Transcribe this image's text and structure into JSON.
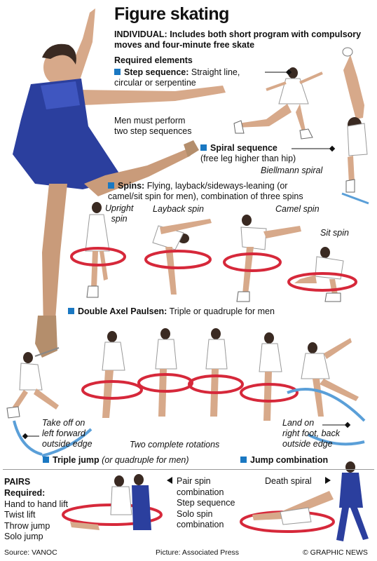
{
  "header": {
    "title": "Figure skating",
    "individual_label": "INDIVIDUAL:",
    "individual_text": "Includes both short program with compulsory moves and four-minute free skate",
    "required_elements": "Required elements"
  },
  "elements": {
    "step": {
      "label": "Step sequence:",
      "text_line1": "Straight line,",
      "text_line2": "circular or serpentine",
      "note_line1": "Men must perform",
      "note_line2": "two step sequences"
    },
    "spiral": {
      "label": "Spiral sequence",
      "text": "(free leg higher than hip)",
      "caption": "Biellmann spiral"
    },
    "spins": {
      "label": "Spins:",
      "text_line1": "Flying, layback/sideways-leaning (or",
      "text_line2": "camel/sit spin for men), combination of three spins",
      "upright_1": "Upright",
      "upright_2": "spin",
      "layback": "Layback spin",
      "camel": "Camel spin",
      "sit": "Sit spin"
    },
    "axel": {
      "label": "Double Axel Paulsen:",
      "text": "Triple or quadruple for men"
    },
    "jump": {
      "takeoff_1": "Take off on",
      "takeoff_2": "left forward",
      "takeoff_3": "outside edge",
      "rotations": "Two complete rotations",
      "land_1": "Land on",
      "land_2": "right foot, back",
      "land_3": "outside edge"
    },
    "triple": {
      "label": "Triple jump",
      "text": "(or quadruple for men)"
    },
    "combination": {
      "label": "Jump combination"
    }
  },
  "pairs": {
    "heading": "PAIRS",
    "required": "Required:",
    "items": [
      "Hand to hand lift",
      "Twist lift",
      "Throw jump",
      "Solo jump"
    ],
    "right_items": [
      "Pair spin",
      "combination",
      "Step sequence",
      "Solo spin",
      "combination"
    ],
    "death_spiral": "Death spiral"
  },
  "footer": {
    "source": "Source: VANOC",
    "picture": "Picture: Associated Press",
    "credit": "© GRAPHIC NEWS"
  },
  "colors": {
    "accent_blue": "#1a78c2",
    "dress_blue": "#2b3f9e",
    "arrow_red": "#d6283a",
    "arrow_blue": "#5a9fd8",
    "skin": "#d7a98a"
  }
}
